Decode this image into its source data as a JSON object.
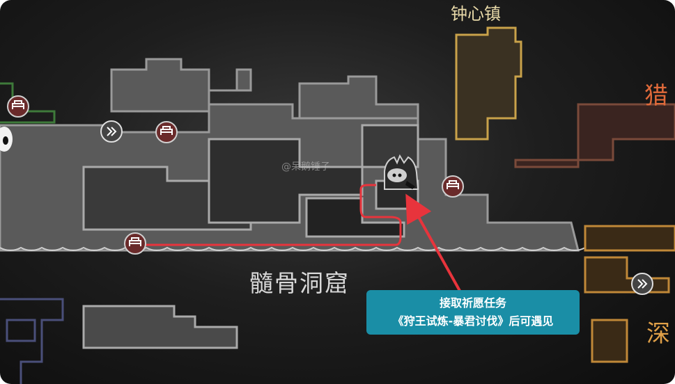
{
  "map": {
    "regions": {
      "bellhart": "钟心镇",
      "hunters_march": "猎",
      "the_marrow": "髓骨洞窟",
      "deep_docks": "深"
    },
    "watermark": "@呆鹅锤子",
    "note": {
      "line1": "接取祈愿任务",
      "line2": "《狩王试炼-暴君讨伐》后可遇见"
    },
    "icons": [
      "bench-icon",
      "bench-icon",
      "bench-icon",
      "bench-icon",
      "fast-travel-icon",
      "fast-travel-icon",
      "boss-icon",
      "player-marker-icon"
    ],
    "colors": {
      "path": "#e8343c",
      "note_bg": "#1a8ea6",
      "marrow_area": "#8e8e8e",
      "bellhart_area": "#c9a24a",
      "hunters_area": "#7a4a3a",
      "deep_area": "#c08838",
      "moss_area": "#3e7a3a",
      "lower_area": "#4a4f7a"
    }
  }
}
